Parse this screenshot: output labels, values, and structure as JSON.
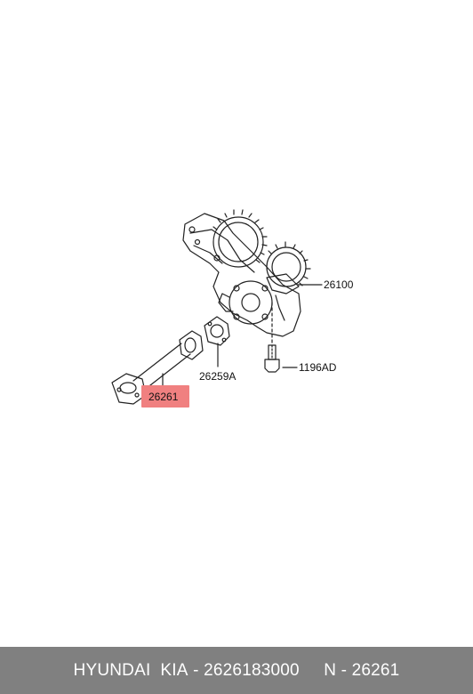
{
  "labels": {
    "oil_pump": "26100",
    "gasket": "26259A",
    "bolt": "1196AD",
    "strainer": "26261"
  },
  "highlight_color": "#f08080",
  "footer": {
    "brand": "HYUNDAI  KIA",
    "sep1": " - ",
    "part_number": "2626183000",
    "gap": "     ",
    "ref": "N - 26261"
  }
}
